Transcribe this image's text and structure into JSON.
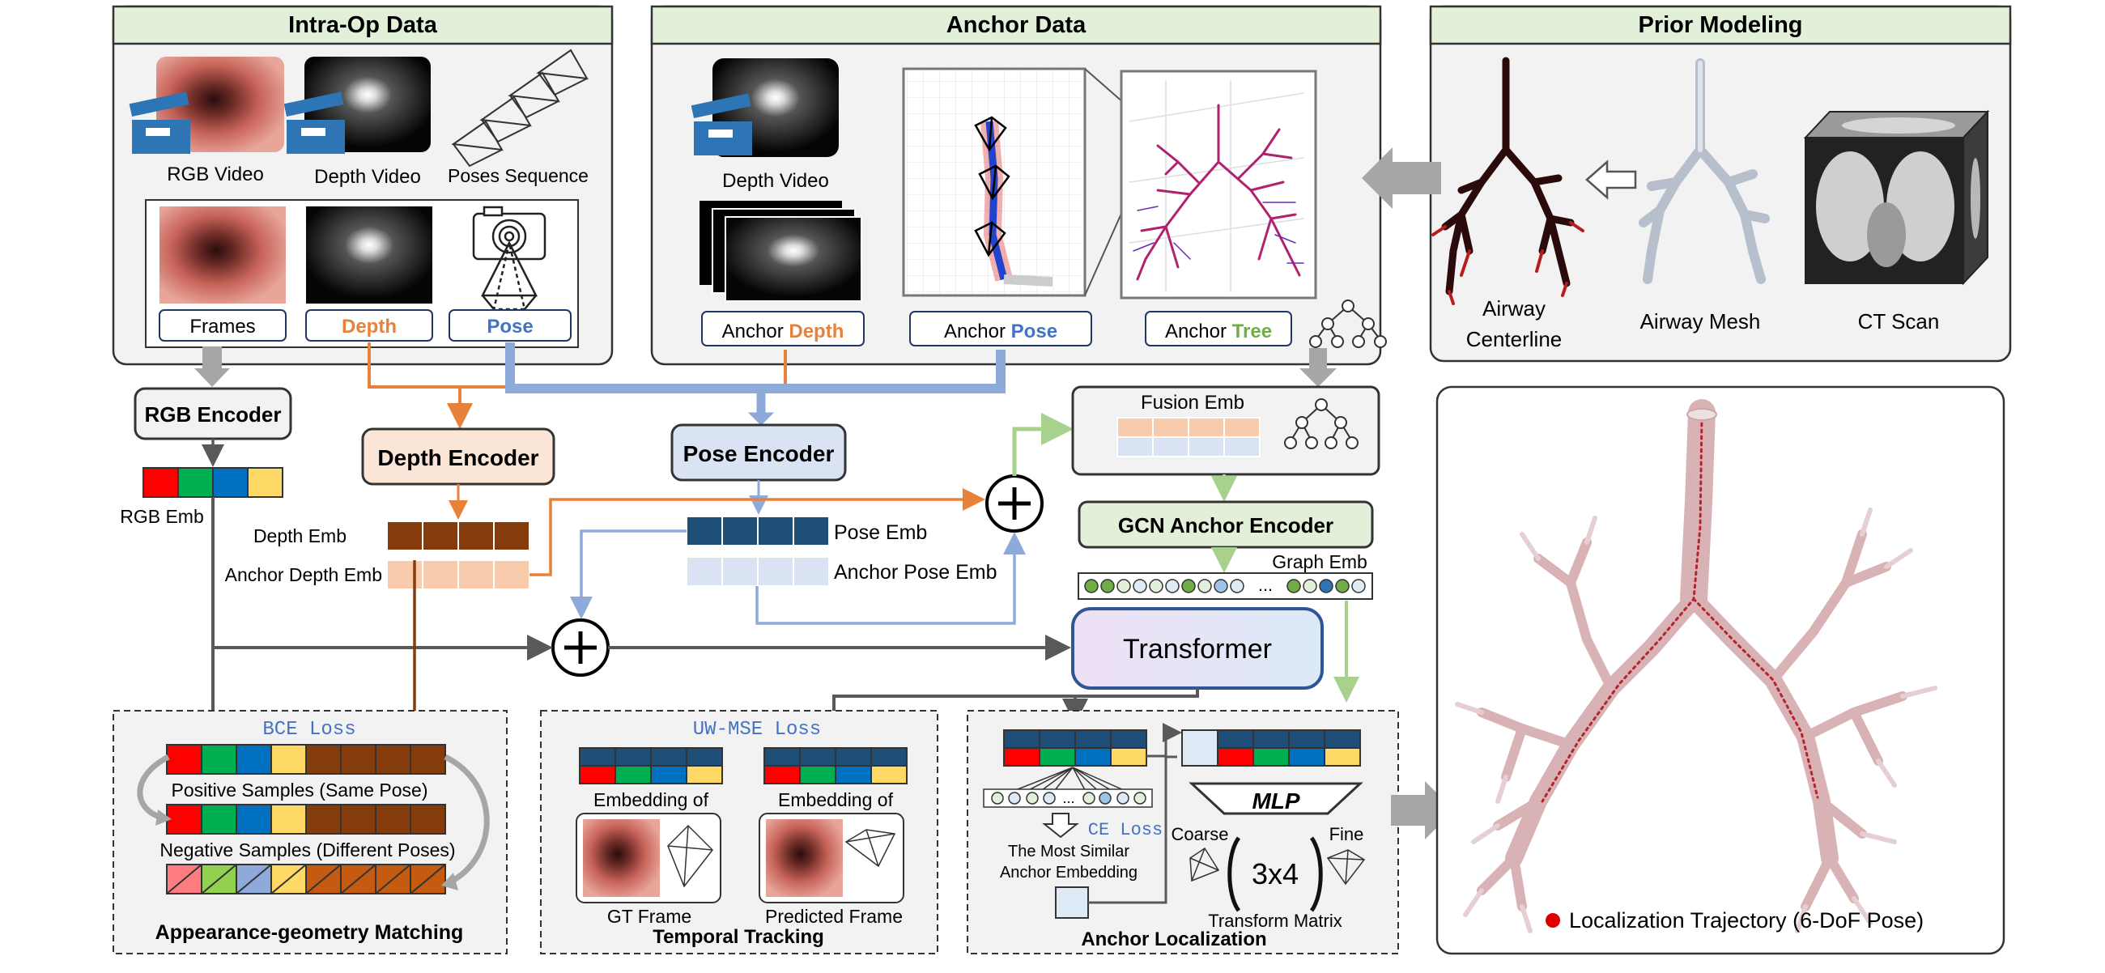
{
  "panels": {
    "intraop_title": "Intra-Op Data",
    "anchor_title": "Anchor Data",
    "prior_title": "Prior Modeling"
  },
  "intraop": {
    "rgb_video": "RGB Video",
    "depth_video": "Depth Video",
    "poses_sequence": "Poses Sequence",
    "frames": "Frames",
    "depth": "Depth",
    "pose": "Pose"
  },
  "anchor": {
    "depth_video": "Depth Video",
    "anchor_depth_prefix": "Anchor ",
    "anchor_depth_word": "Depth",
    "anchor_pose_prefix": "Anchor ",
    "anchor_pose_word": "Pose",
    "anchor_tree_prefix": "Anchor ",
    "anchor_tree_word": "Tree"
  },
  "prior": {
    "airway_centerline_1": "Airway",
    "airway_centerline_2": "Centerline",
    "airway_mesh": "Airway Mesh",
    "ct_scan": "CT Scan"
  },
  "encoders": {
    "rgb": "RGB Encoder",
    "depth": "Depth Encoder",
    "pose": "Pose Encoder",
    "gcn": "GCN Anchor Encoder",
    "transformer": "Transformer"
  },
  "embeddings": {
    "rgb_emb": "RGB Emb",
    "depth_emb": "Depth Emb",
    "anchor_depth_emb": "Anchor Depth Emb",
    "pose_emb": "Pose Emb",
    "anchor_pose_emb": "Anchor Pose Emb",
    "fusion_emb": "Fusion Emb",
    "graph_emb": "Graph Emb",
    "ellipsis": "..."
  },
  "matching": {
    "loss": "BCE Loss",
    "positive": "Positive Samples (Same Pose)",
    "negative": "Negative Samples (Different Poses)",
    "title": "Appearance-geometry Matching"
  },
  "tracking": {
    "loss": "UW-MSE Loss",
    "embedding_of_1": "Embedding of",
    "embedding_of_2": "Embedding of",
    "gt_frame": "GT Frame",
    "predicted_frame": "Predicted Frame",
    "title": "Temporal Tracking"
  },
  "localization": {
    "ce_loss": "CE Loss",
    "most_similar_1": "The Most Similar",
    "most_similar_2": "Anchor Embedding",
    "mlp": "MLP",
    "coarse": "Coarse",
    "fine": "Fine",
    "matrix": "3x4",
    "transform_matrix": "Transform Matrix",
    "title": "Anchor Localization",
    "ellipsis": "..."
  },
  "result": {
    "legend": "Localization Trajectory (6-DoF Pose)"
  },
  "colors": {
    "depth_orange": "#e8813a",
    "pose_blue": "#4472c4",
    "tree_green": "#70ad47",
    "depth_emb": "#843c0c",
    "anchor_depth_emb": "#f8cbad",
    "pose_emb": "#1f4e79",
    "anchor_pose_emb": "#dae3f3",
    "arrow_gray": "#595959"
  }
}
